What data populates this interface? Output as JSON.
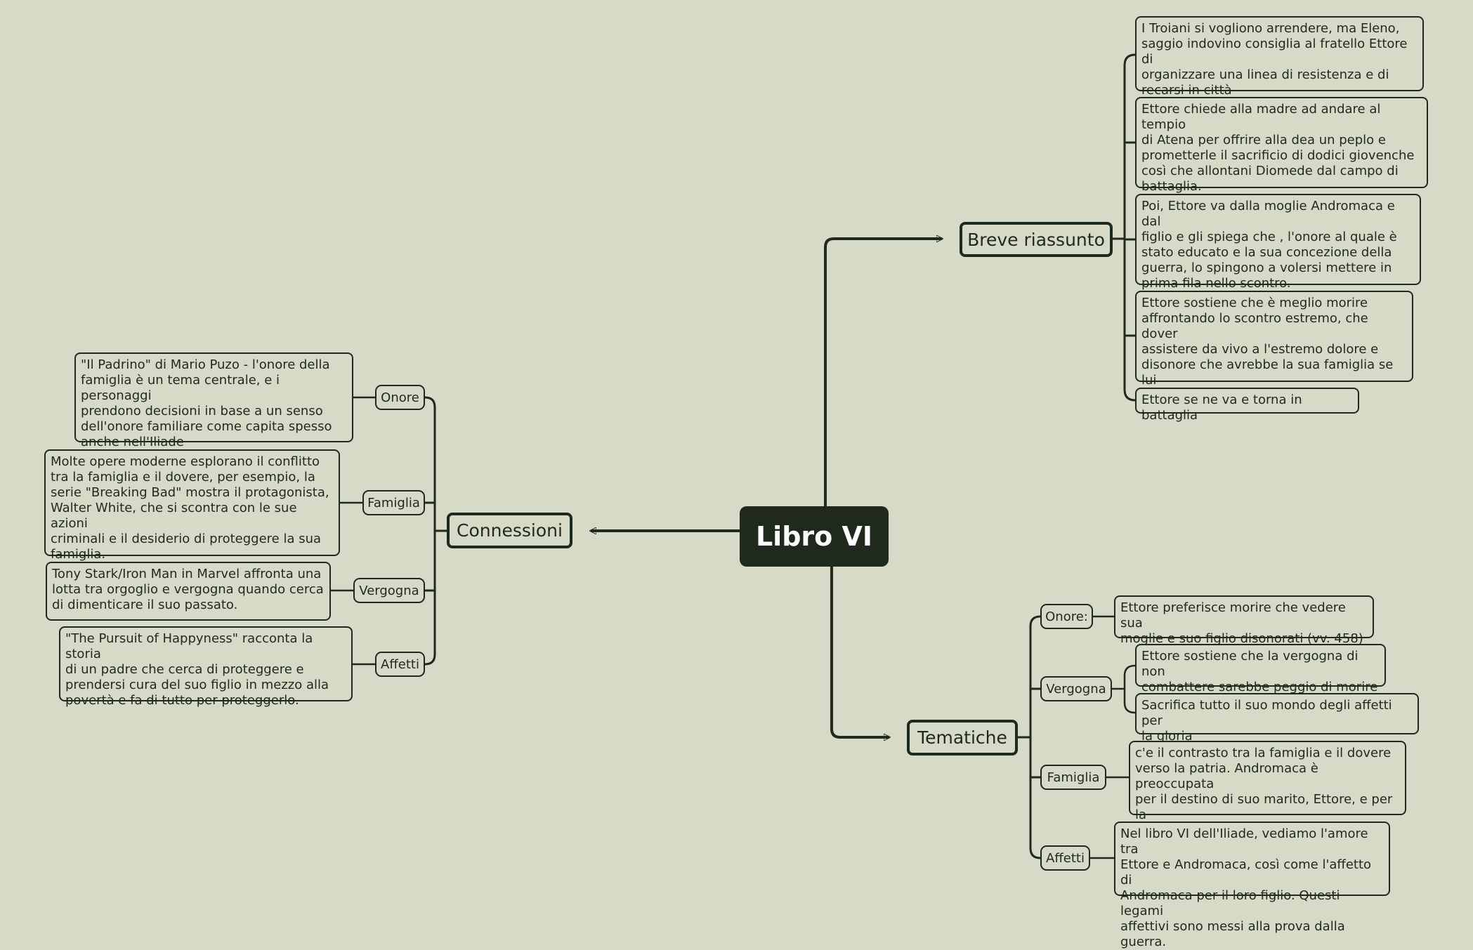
{
  "root": "Libro VI",
  "breve": {
    "label": "Breve riassunto",
    "items": [
      "I Troiani si vogliono arrendere, ma Eleno,\nsaggio indovino consiglia al fratello Ettore di\norganizzare una linea di resistenza e di\nrecarsi in città",
      "Ettore chiede alla madre ad andare al tempio\ndi Atena per offrire alla dea un peplo e\nprometterle il sacrificio di dodici giovenche\ncosì che allontani Diomede dal campo di\nbattaglia.",
      "Poi, Ettore va dalla moglie Andromaca e dal\nfiglio e gli spiega che , l'onore al quale è\nstato educato e la sua concezione della\nguerra, lo spingono a volersi mettere in\nprima fila nello scontro.",
      "Ettore sostiene che è meglio morire\naffrontando lo scontro estremo, che dover\nassistere da vivo a l'estremo dolore e\ndisonore che avrebbe la sua famiglia se lui\nnon combattesse",
      "Ettore se ne va e torna in battaglia"
    ]
  },
  "connessioni": {
    "label": "Connessioni",
    "topics": [
      {
        "label": "Onore",
        "text": " \"Il Padrino\" di Mario Puzo - l'onore della\nfamiglia è un tema centrale, e i personaggi\nprendono decisioni in base a un senso\ndell'onore familiare come capita spesso\nanche nell'Iliade"
      },
      {
        "label": "Famiglia",
        "text": "Molte opere moderne esplorano il conflitto\ntra la famiglia e il dovere, per esempio, la\nserie \"Breaking Bad\" mostra il protagonista,\nWalter White, che si scontra con le sue azioni\ncriminali e il desiderio di proteggere la sua\nfamiglia."
      },
      {
        "label": "Vergogna",
        "text": "Tony Stark/Iron Man in Marvel affronta una\nlotta tra orgoglio e vergogna quando cerca\ndi dimenticare il suo passato."
      },
      {
        "label": "Affetti",
        "text": "\"The Pursuit of Happyness\" racconta la storia\ndi un padre che cerca di proteggere e\nprendersi cura del suo figlio in mezzo alla\npovertà e fa di tutto per proteggerlo."
      }
    ]
  },
  "tematiche": {
    "label": "Tematiche",
    "onore": {
      "label": "Onore:",
      "text": "Ettore preferisce morire che vedere sua\nmoglie e suo figlio disonorati (vv. 458)"
    },
    "vergogna": {
      "label": "Vergogna",
      "texts": [
        "Ettore sostiene che la vergogna di non\ncombattere sarebbe peggio di morire",
        "Sacrifica tutto il suo mondo degli affetti per\nla gloria"
      ]
    },
    "famiglia": {
      "label": "Famiglia",
      "text": "c'e il contrasto tra la famiglia e il dovere\nverso la patria. Andromaca è preoccupata\nper il destino di suo marito, Ettore, e per la\nprotezione del loro figlio."
    },
    "affetti": {
      "label": "Affetti",
      "text": "Nel libro VI dell'Iliade, vediamo l'amore tra\nEttore e Andromaca, così come l'affetto di\nAndromaca per il loro figlio. Questi legami\naffettivi sono messi alla prova dalla guerra."
    }
  },
  "colors": {
    "background": "#d7dac6",
    "ink": "#1f2a1f",
    "root_fill": "#1f2a1c"
  }
}
